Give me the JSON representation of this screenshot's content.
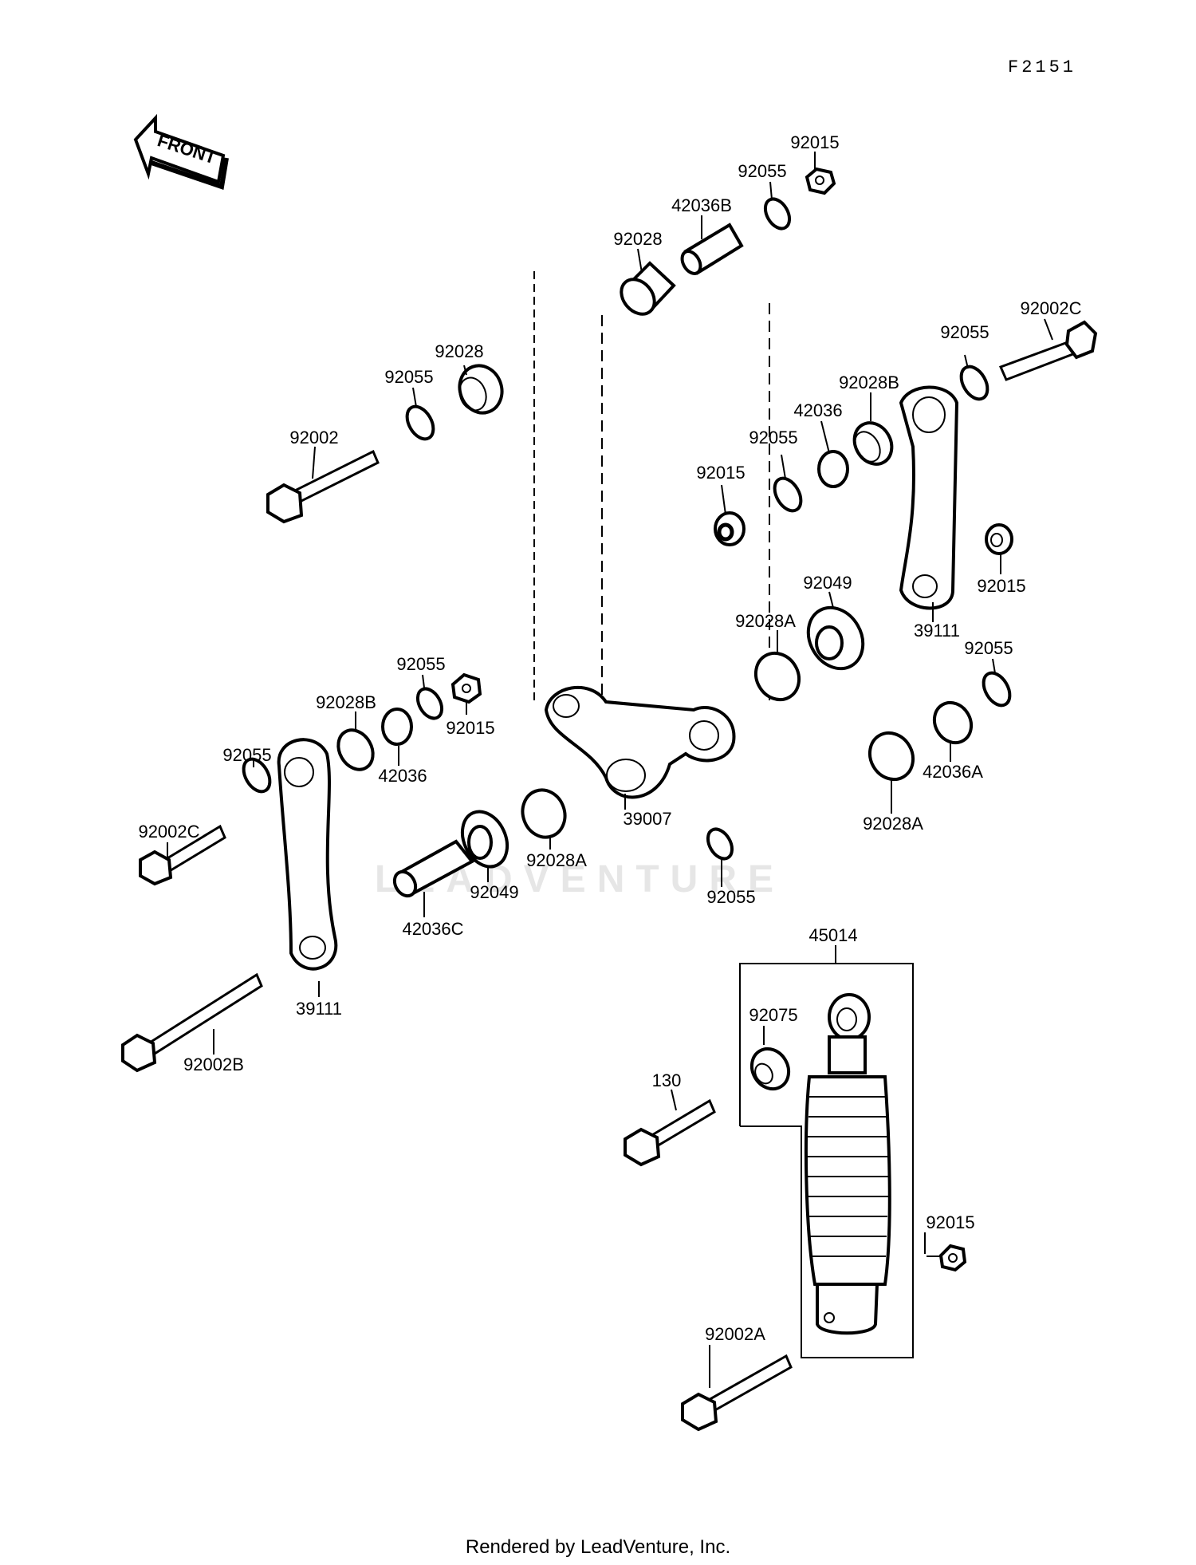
{
  "diagram_code": "F2151",
  "front_arrow_label": "FRONT",
  "watermark": "LEADVENTURE",
  "footer": "Rendered by LeadVenture, Inc.",
  "labels": {
    "l_92015_top": "92015",
    "l_92055_top": "92055",
    "l_42036B": "42036B",
    "l_92028_top": "92028",
    "l_92002C_right": "92002C",
    "l_92055_r1": "92055",
    "l_92028B_r": "92028B",
    "l_42036_r": "42036",
    "l_92055_r2": "92055",
    "l_92015_r": "92015",
    "l_92015_link": "92015",
    "l_39111_r": "39111",
    "l_92049_r": "92049",
    "l_92028A_r": "92028A",
    "l_92055_r3": "92055",
    "l_42036A": "42036A",
    "l_92028A_r2": "92028A",
    "l_92028_left": "92028",
    "l_92055_left": "92055",
    "l_92002": "92002",
    "l_92055_mid": "92055",
    "l_92028B_l": "92028B",
    "l_92015_mid": "92015",
    "l_42036_l": "42036",
    "l_92055_l": "92055",
    "l_92002C_left": "92002C",
    "l_39007": "39007",
    "l_92028A_mid": "92028A",
    "l_92049_mid": "92049",
    "l_42036C": "42036C",
    "l_92055_low": "92055",
    "l_39111_l": "39111",
    "l_92002B": "92002B",
    "l_45014": "45014",
    "l_92075": "92075",
    "l_130": "130",
    "l_92015_shock": "92015",
    "l_92002A": "92002A"
  }
}
